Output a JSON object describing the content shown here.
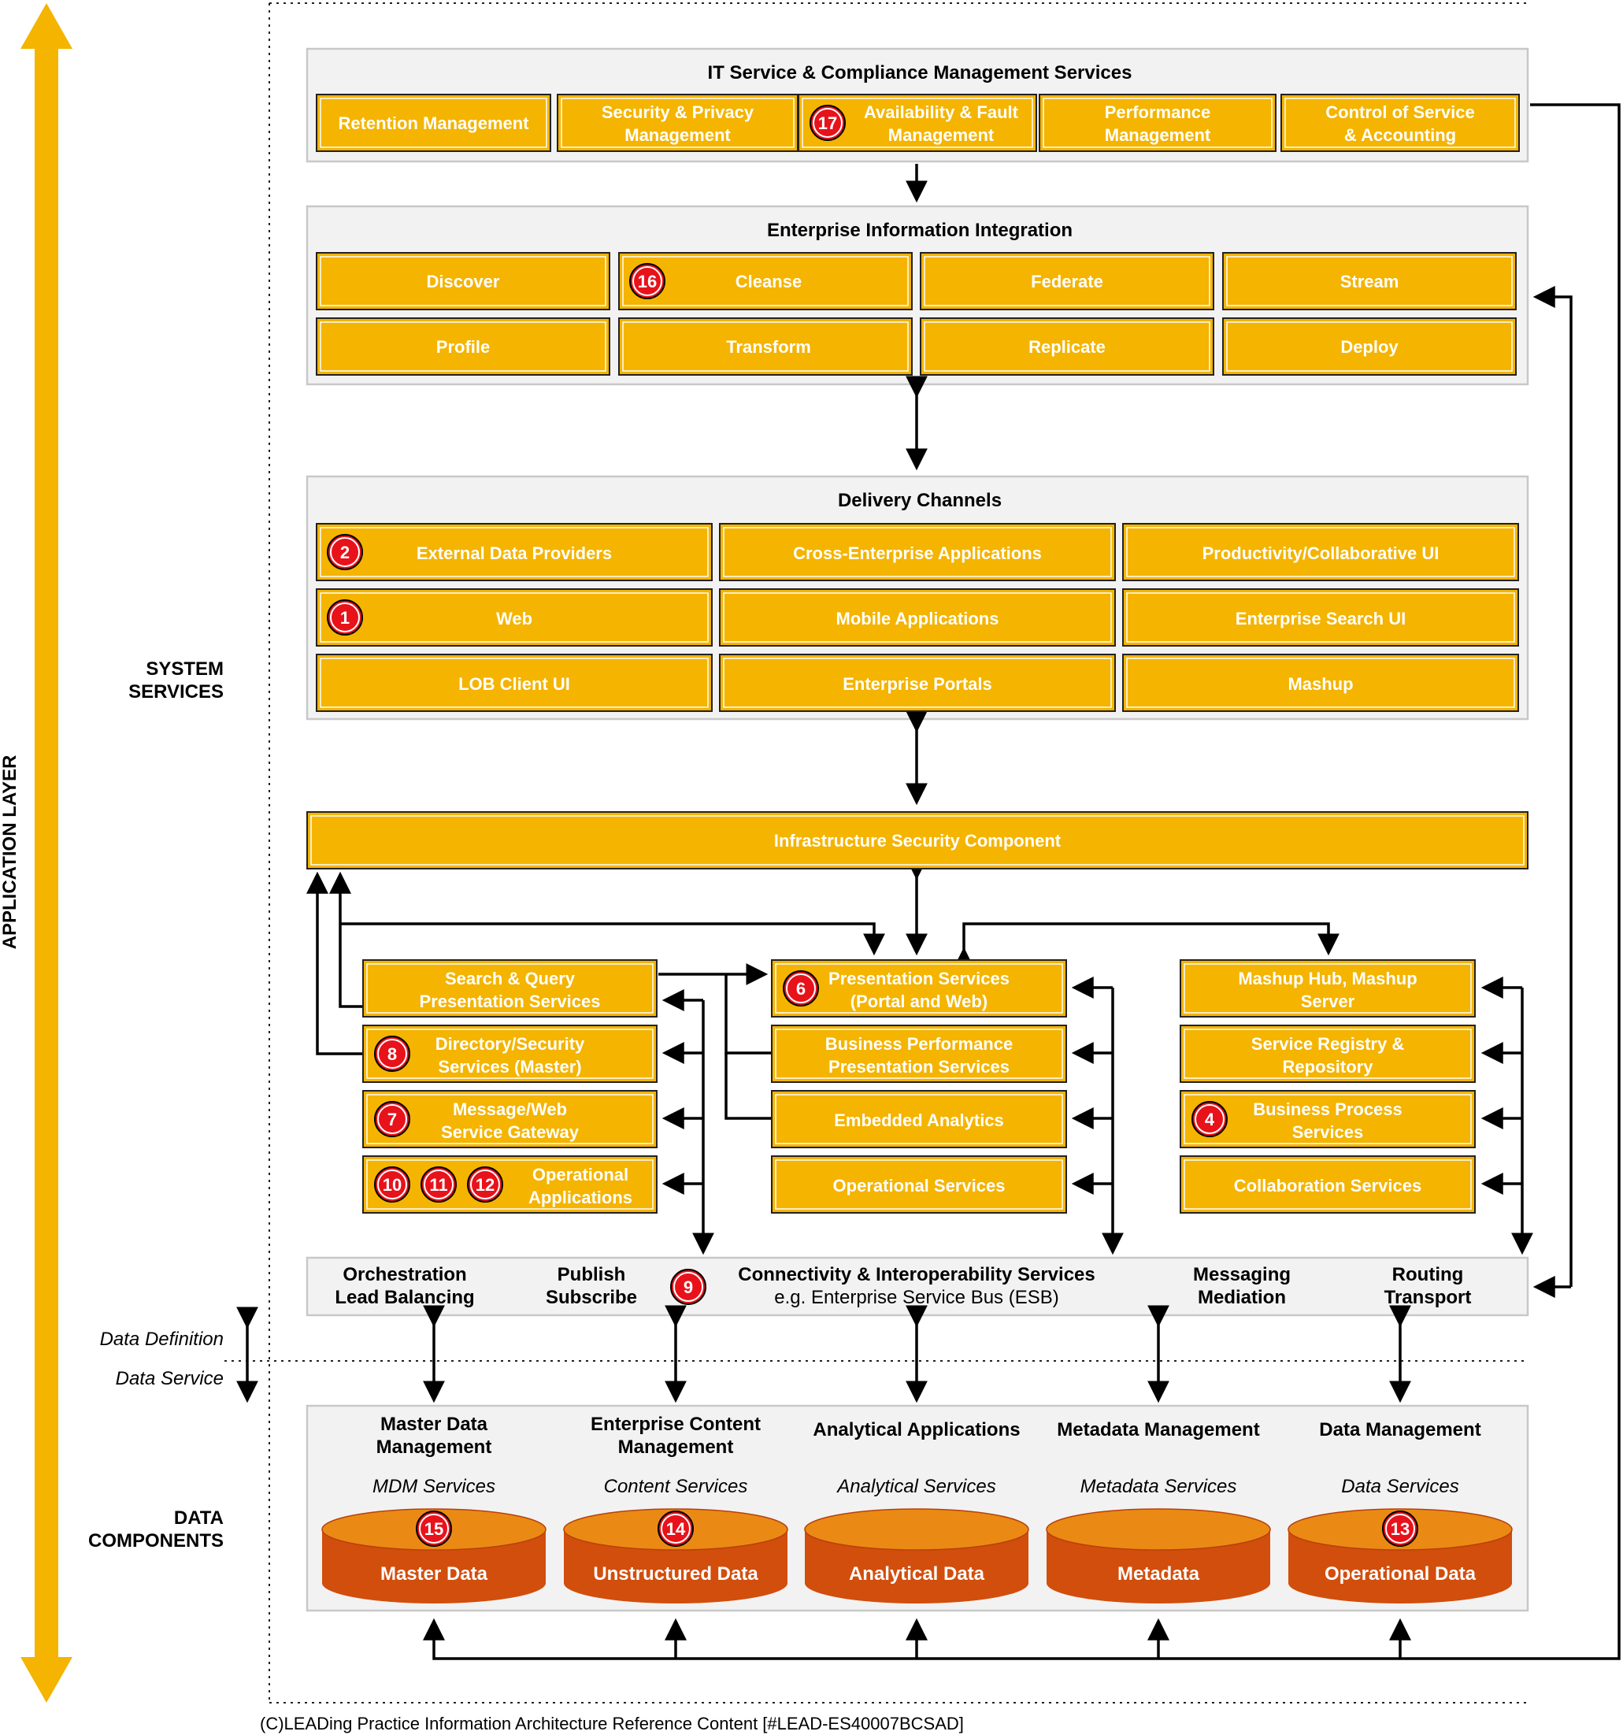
{
  "side": {
    "application_layer": "APPLICATION LAYER",
    "system_services": [
      "SYSTEM",
      "SERVICES"
    ],
    "data_definition": "Data Definition",
    "data_service": "Data Service",
    "data_components": [
      "DATA",
      "COMPONENTS"
    ]
  },
  "it_service": {
    "title": "IT Service & Compliance Management Services",
    "items": [
      {
        "lines": [
          "Retention Management"
        ]
      },
      {
        "lines": [
          "Security & Privacy",
          "Management"
        ]
      },
      {
        "lines": [
          "Availability & Fault",
          "Management"
        ],
        "badge": "17"
      },
      {
        "lines": [
          "Performance",
          "Management"
        ]
      },
      {
        "lines": [
          "Control of Service",
          "& Accounting"
        ]
      }
    ]
  },
  "eii": {
    "title": "Enterprise Information Integration",
    "items": [
      {
        "label": "Discover"
      },
      {
        "label": "Cleanse",
        "badge": "16"
      },
      {
        "label": "Federate"
      },
      {
        "label": "Stream"
      },
      {
        "label": "Profile"
      },
      {
        "label": "Transform"
      },
      {
        "label": "Replicate"
      },
      {
        "label": "Deploy"
      }
    ]
  },
  "delivery": {
    "title": "Delivery Channels",
    "items": [
      {
        "label": "External Data Providers",
        "badge": "2"
      },
      {
        "label": "Cross-Enterprise Applications"
      },
      {
        "label": "Productivity/Collaborative UI"
      },
      {
        "label": "Web",
        "badge": "1"
      },
      {
        "label": "Mobile Applications"
      },
      {
        "label": "Enterprise Search UI"
      },
      {
        "label": "LOB Client UI"
      },
      {
        "label": "Enterprise Portals"
      },
      {
        "label": "Mashup"
      }
    ]
  },
  "infra": {
    "label": "Infrastructure Security Component"
  },
  "left_col": [
    {
      "lines": [
        "Search & Query",
        "Presentation Services"
      ]
    },
    {
      "lines": [
        "Directory/Security",
        "Services (Master)"
      ],
      "badges": [
        "8"
      ]
    },
    {
      "lines": [
        "Message/Web",
        "Service Gateway"
      ],
      "badges": [
        "7"
      ]
    },
    {
      "lines": [
        "Operational",
        "Applications"
      ],
      "badges": [
        "10",
        "11",
        "12"
      ]
    }
  ],
  "mid_col": [
    {
      "lines": [
        "Presentation Services",
        "(Portal and Web)"
      ],
      "badges": [
        "6"
      ]
    },
    {
      "lines": [
        "Business Performance",
        "Presentation Services"
      ]
    },
    {
      "lines": [
        "Embedded Analytics"
      ]
    },
    {
      "lines": [
        "Operational Services"
      ]
    }
  ],
  "right_col": [
    {
      "lines": [
        "Mashup Hub, Mashup",
        "Server"
      ]
    },
    {
      "lines": [
        "Service Registry &",
        "Repository"
      ]
    },
    {
      "lines": [
        "Business Process",
        "Services"
      ],
      "badges": [
        "4"
      ]
    },
    {
      "lines": [
        "Collaboration Services"
      ]
    }
  ],
  "connectivity": {
    "items": [
      {
        "lines": [
          "Orchestration",
          "Lead Balancing"
        ]
      },
      {
        "lines": [
          "Publish",
          "Subscribe"
        ]
      },
      {
        "lines": [
          "Messaging",
          "Mediation"
        ]
      },
      {
        "lines": [
          "Routing",
          "Transport"
        ]
      }
    ],
    "center_title": "Connectivity & Interoperability Services",
    "center_sub": "e.g. Enterprise Service Bus (ESB)",
    "badge": "9"
  },
  "data_components": [
    {
      "title": [
        "Master Data",
        "Management"
      ],
      "service": "MDM Services",
      "store": "Master Data",
      "badge": "15"
    },
    {
      "title": [
        "Enterprise Content",
        "Management"
      ],
      "service": "Content Services",
      "store": "Unstructured Data",
      "badge": "14"
    },
    {
      "title": [
        "Analytical Applications"
      ],
      "service": "Analytical Services",
      "store": "Analytical Data"
    },
    {
      "title": [
        "Metadata Management"
      ],
      "service": "Metadata Services",
      "store": "Metadata"
    },
    {
      "title": [
        "Data Management"
      ],
      "service": "Data Services",
      "store": "Operational Data",
      "badge": "13"
    }
  ],
  "footer": "(C)LEADing Practice Information Architecture Reference Content [#LEAD-ES40007BCSAD]",
  "colors": {
    "box": "#F4B400",
    "badge": "#e8121b",
    "cylinder": "#d24e0c",
    "cylinder_top": "#ea8a14",
    "panel": "#f2f2f2"
  }
}
